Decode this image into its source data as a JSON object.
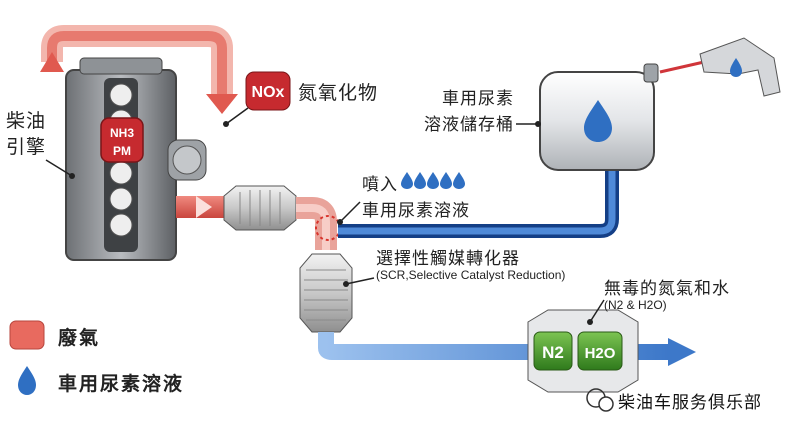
{
  "labels": {
    "engine": "柴油\n引擎",
    "nox_badge": "NOx",
    "nox_text": "氮氧化物",
    "engine_badge_top": "NH3",
    "engine_badge_bottom": "PM",
    "tank": "車用尿素\n溶液儲存桶",
    "inject_prefix": "噴入",
    "inject_solution": "車用尿素溶液",
    "scr_title": "選擇性觸媒轉化器",
    "scr_sub": "(SCR,Selective Catalyst Reduction)",
    "output_title": "無毒的氮氣和水",
    "output_sub": "(N2 & H2O)",
    "n2": "N2",
    "h2o": "H2O"
  },
  "legend": {
    "exhaust": "廢氣",
    "urea": "車用尿素溶液"
  },
  "watermark": "柴油车服务俱乐部",
  "colors": {
    "exhaust": "#e05a50",
    "urea": "#2f6fc2",
    "badge": "#c62a2f",
    "green": "#4f9a2e"
  }
}
